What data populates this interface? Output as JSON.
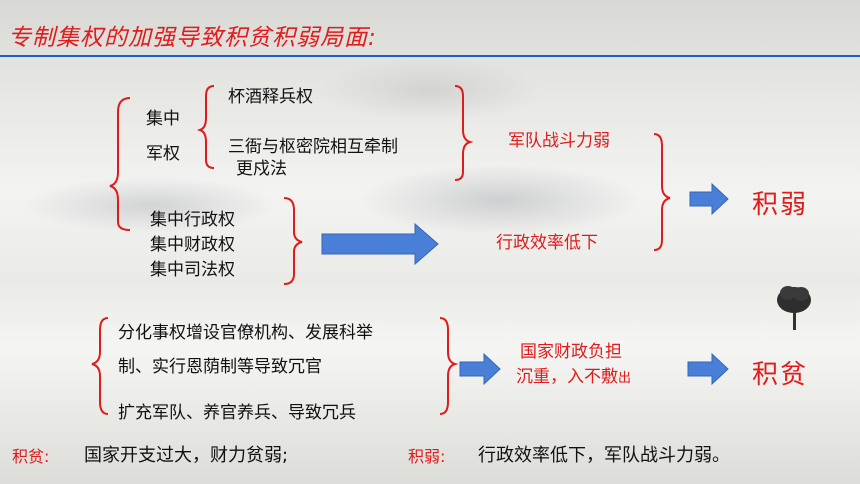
{
  "title": "专制集权的加强导致积贫积弱局面:",
  "military": {
    "label_line1": "集中",
    "label_line2": "军权",
    "item1": "杯酒释兵权",
    "item2_line1": "三衙与枢密院相互牵制",
    "item2_line2": "更戍法"
  },
  "admin": {
    "item1": "集中行政权",
    "item2": "集中财政权",
    "item3": "集中司法权"
  },
  "results": {
    "army_weak": "军队战斗力弱",
    "admin_low": "行政效率低下",
    "weak": "积弱",
    "finance_line1": "国家财政负担",
    "finance_line2": "沉重，入不敷",
    "finance_sub": "出",
    "poor": "积贫"
  },
  "causes": {
    "line1": "分化事权增设官僚机构、发展科举",
    "line2": "制、实行恩荫制等导致冗官",
    "line3": "扩充军队、养官养兵、导致冗兵"
  },
  "footer": {
    "poor_label": "积贫:",
    "poor_text": "国家开支过大，财力贫弱;",
    "weak_label": "积弱:",
    "weak_text": "行政效率低下，军队战斗力弱。"
  },
  "colors": {
    "title_red": "#e01b1b",
    "arrow_blue": "#4a7fd8",
    "rule_blue": "#1a5fd0"
  },
  "icons": [
    "tree-icon",
    "arrow-right-icon"
  ]
}
